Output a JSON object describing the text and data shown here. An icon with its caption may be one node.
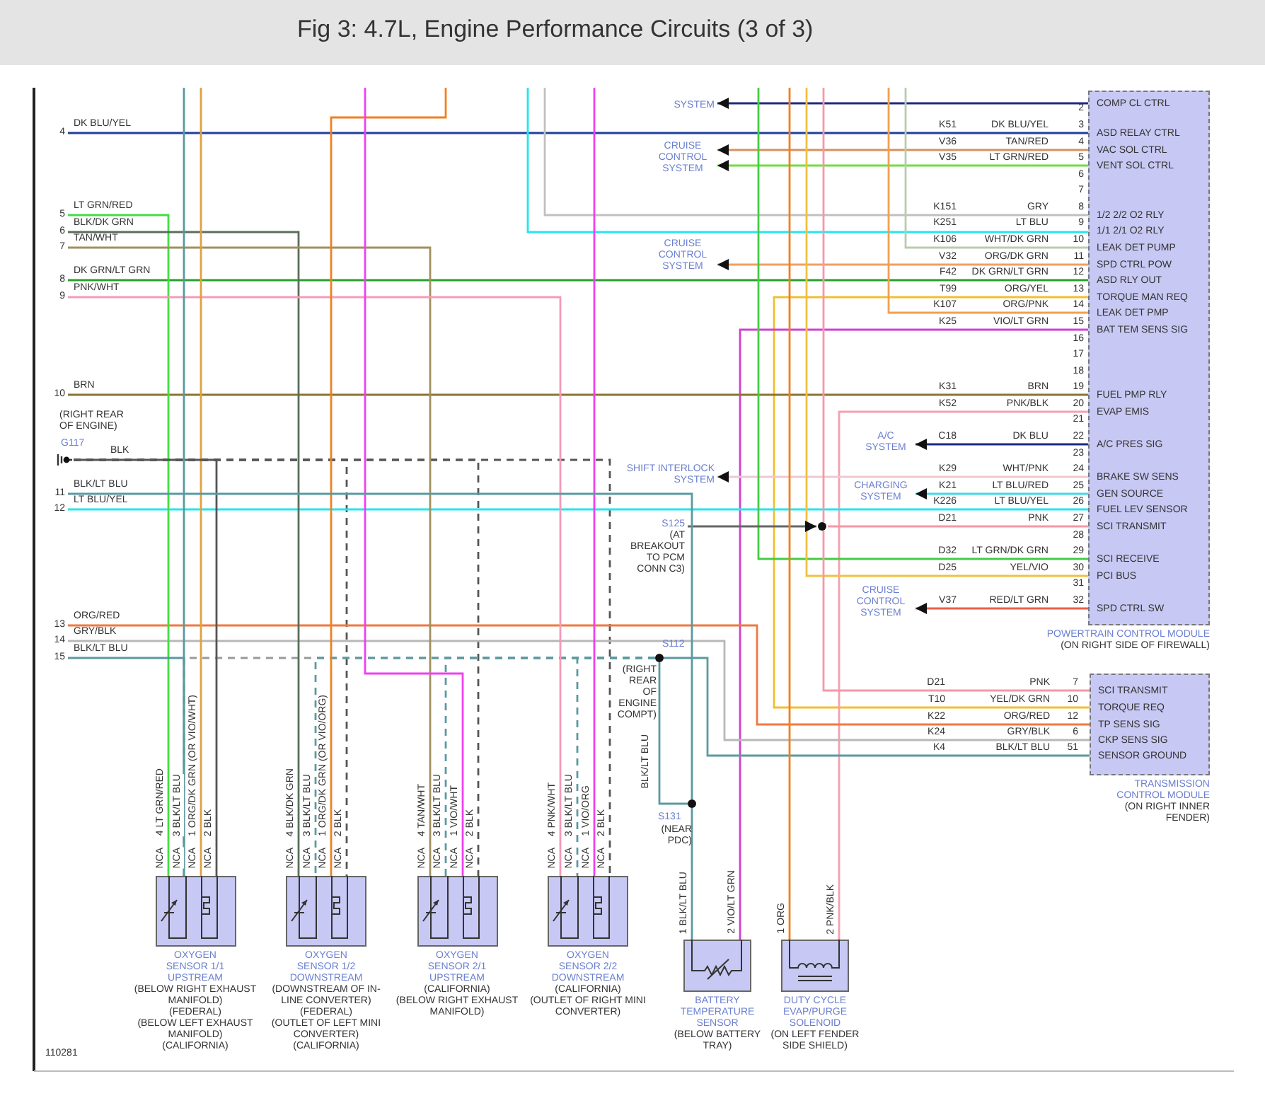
{
  "diagram": {
    "title": "Fig 3: 4.7L, Engine Performance Circuits (3 of 3)",
    "nodes": [
      {
        "text": [
          "COMP CL CTRL",
          "ASD RELAY CTRL",
          "VAC SOL CTRL",
          "VENT SOL CTRL",
          "1/2 2/2 O2 RLY",
          "1/1 2/1 O2 RLY",
          "LEAK DET PUMP",
          "SPD CTRL POW",
          "ASD RLY OUT",
          "TORQUE MAN REQ",
          "LEAK DET PMP",
          "BAT TEM SENS SIG",
          "FUEL PMP RLY",
          "EVAP EMIS",
          "A/C PRES SIG",
          "BRAKE SW SENS",
          "GEN SOURCE",
          "FUEL LEV SENSOR",
          "SCI TRANSMIT",
          "SCI RECEIVE",
          "PCI BUS",
          "SPD CTRL SW"
        ],
        "beside": [
          "POWERTRAIN CONTROL MODULE",
          "(ON RIGHT SIDE OF FIREWALL)"
        ]
      },
      {
        "text": [
          "SCI TRANSMIT",
          "TORQUE REQ",
          "TP SENS SIG",
          "CKP SENS SIG",
          "SENSOR GROUND"
        ],
        "beside": [
          "TRANSMISSION CONTROL MODULE",
          "(ON RIGHT INNER FENDER)"
        ]
      },
      {
        "text": [
          "OXYGEN SENSOR 1/1 UPSTREAM"
        ],
        "beside": [
          "(BELOW RIGHT EXHAUST MANIFOLD)",
          "(FEDERAL)",
          "(BELOW LEFT EXHAUST MANIFOLD)",
          "(CALIFORNIA)"
        ]
      },
      {
        "text": [
          "OXYGEN SENSOR 1/2 DOWNSTREAM"
        ],
        "beside": [
          "(DOWNSTREAM OF IN-LINE CONVERTER)",
          "(FEDERAL)",
          "(OUTLET OF LEFT MINI CONVERTER)",
          "(CALIFORNIA)"
        ]
      },
      {
        "text": [
          "OXYGEN SENSOR 2/1 UPSTREAM"
        ],
        "beside": [
          "(CALIFORNIA)",
          "(BELOW RIGHT EXHAUST MANIFOLD)"
        ]
      },
      {
        "text": [
          "OXYGEN SENSOR 2/2 DOWNSTREAM"
        ],
        "beside": [
          "(CALIFORNIA)",
          "(OUTLET OF RIGHT MINI CONVERTER)"
        ]
      },
      {
        "text": [
          "BATTERY TEMPERATURE SENSOR"
        ],
        "beside": [
          "(BELOW BATTERY TRAY)"
        ]
      },
      {
        "text": [
          "DUTY CYCLE EVAP/PURGE SOLENOID"
        ],
        "beside": [
          "(ON LEFT FENDER SIDE SHIELD)"
        ]
      },
      {
        "text": [
          "SYSTEM"
        ]
      },
      {
        "text": [
          "CRUISE CONTROL SYSTEM"
        ]
      },
      {
        "text": [
          "CRUISE CONTROL SYSTEM"
        ]
      },
      {
        "text": [
          "A/C SYSTEM"
        ]
      },
      {
        "text": [
          "SHIFT INTERLOCK SYSTEM"
        ]
      },
      {
        "text": [
          "CHARGING SYSTEM"
        ]
      },
      {
        "text": [
          "CRUISE CONTROL SYSTEM"
        ]
      },
      {
        "text": [
          "G117"
        ],
        "beside": [
          "(RIGHT REAR OF ENGINE)"
        ]
      },
      {
        "text": [
          "S125"
        ],
        "beside": [
          "(AT BREAKOUT TO PCM CONN C3)"
        ]
      },
      {
        "text": [],
        "shape": "circle"
      },
      {
        "text": [
          "S112"
        ],
        "beside": [
          "(RIGHT REAR OF ENGINE COMPT)"
        ]
      },
      {
        "text": [
          "S131"
        ],
        "beside": [
          "(NEAR PDC)"
        ]
      },
      {
        "text": [
          "4"
        ]
      },
      {
        "text": [
          "5"
        ]
      },
      {
        "text": [
          "6"
        ]
      },
      {
        "text": [
          "7"
        ]
      },
      {
        "text": [
          "8"
        ]
      },
      {
        "text": [
          "9"
        ]
      },
      {
        "text": [
          "10"
        ]
      },
      {
        "text": [
          "11"
        ]
      },
      {
        "text": [
          "12"
        ]
      },
      {
        "text": [
          "13"
        ]
      },
      {
        "text": [
          "14"
        ]
      },
      {
        "text": [
          "15"
        ]
      }
    ],
    "edges": [
      {
        "from": 0,
        "to": 8,
        "arrow": "to",
        "color": "#1e2a80"
      },
      {
        "from": 20,
        "to": 0,
        "arrow": "none",
        "color": "#1e3f9e"
      },
      {
        "from": 0,
        "to": 9,
        "arrow": "to",
        "color": "#d89060"
      },
      {
        "from": 0,
        "to": 9,
        "arrow": "to",
        "color": "#6ee040"
      },
      {
        "from": null,
        "to": 0,
        "arrow": "none",
        "color": "#c0c0c0"
      },
      {
        "from": null,
        "to": 0,
        "arrow": "none",
        "color": "#22e6ee"
      },
      {
        "from": null,
        "to": 0,
        "arrow": "none",
        "color": "#b8ccb0"
      },
      {
        "from": 0,
        "to": 10,
        "arrow": "to",
        "color": "#f0a060"
      },
      {
        "from": 24,
        "to": 0,
        "arrow": "none",
        "color": "#2aa02a"
      },
      {
        "from": 1,
        "to": 0,
        "arrow": "none",
        "color": "#f0c030"
      },
      {
        "from": null,
        "to": 0,
        "arrow": "none",
        "color": "#f0a050"
      },
      {
        "from": 0,
        "to": 6,
        "arrow": "none",
        "color": "#d040d0"
      },
      {
        "from": 26,
        "to": 0,
        "arrow": "none",
        "color": "#8a7430"
      },
      {
        "from": 0,
        "to": 7,
        "arrow": "none",
        "color": "#f5a0b0"
      },
      {
        "from": 0,
        "to": 11,
        "arrow": "to",
        "color": "#1e2a80"
      },
      {
        "from": 0,
        "to": 12,
        "arrow": "to",
        "color": "#f0c8d0"
      },
      {
        "from": 0,
        "to": 13,
        "arrow": "to",
        "color": "#40d8e8"
      },
      {
        "from": 28,
        "to": 0,
        "arrow": "none",
        "color": "#22e6ee"
      },
      {
        "from": 17,
        "to": 0,
        "arrow": "none",
        "color": "#f598a8"
      },
      {
        "from": null,
        "to": 0,
        "arrow": "none",
        "color": "#44cc44"
      },
      {
        "from": null,
        "to": 0,
        "arrow": "none",
        "color": "#f0c040"
      },
      {
        "from": 0,
        "to": 14,
        "arrow": "to",
        "color": "#e86048"
      },
      {
        "from": 16,
        "to": 17,
        "arrow": "to",
        "color": "#666666"
      },
      {
        "from": null,
        "to": 17,
        "arrow": "none",
        "color": "#f598a8"
      },
      {
        "from": 17,
        "to": 1,
        "arrow": "none",
        "color": "#f598a8"
      },
      {
        "from": 29,
        "to": 1,
        "arrow": "none",
        "color": "#f07840"
      },
      {
        "from": 30,
        "to": 1,
        "arrow": "none",
        "color": "#b8b8b8"
      },
      {
        "from": 18,
        "to": 1,
        "arrow": "none",
        "color": "#5a9aa0"
      },
      {
        "from": 21,
        "to": 2,
        "arrow": "none",
        "color": "#44dd44"
      },
      {
        "from": 22,
        "to": 3,
        "arrow": "none",
        "color": "#5a6e5a"
      },
      {
        "from": 23,
        "to": 4,
        "arrow": "none",
        "color": "#a09060"
      },
      {
        "from": 25,
        "to": 5,
        "arrow": "none",
        "color": "#f59ab8"
      },
      {
        "from": null,
        "to": 2,
        "arrow": "none",
        "color": "#e0a040"
      },
      {
        "from": null,
        "to": 3,
        "arrow": "none",
        "color": "#f08020"
      },
      {
        "from": null,
        "to": 4,
        "arrow": "none",
        "color": "#f040f0"
      },
      {
        "from": null,
        "to": 5,
        "arrow": "none",
        "color": "#f040f0"
      },
      {
        "from": 15,
        "to": 2,
        "arrow": "none",
        "color": "#555555"
      },
      {
        "from": 15,
        "to": 3,
        "arrow": "none",
        "color": "#555555",
        "style": "dashed"
      },
      {
        "from": 15,
        "to": 4,
        "arrow": "none",
        "color": "#555555",
        "style": "dashed"
      },
      {
        "from": 15,
        "to": 5,
        "arrow": "none",
        "color": "#555555",
        "style": "dashed"
      },
      {
        "from": 31,
        "to": 2,
        "arrow": "none",
        "color": "#5a9aa0"
      },
      {
        "from": null,
        "to": 2,
        "arrow": "none",
        "color": "#5a9aa0"
      },
      {
        "from": 18,
        "to": 2,
        "arrow": "none",
        "color": "#999999",
        "style": "dashed"
      },
      {
        "from": 18,
        "to": 3,
        "arrow": "none",
        "color": "#5a9aa0",
        "style": "dashed"
      },
      {
        "from": 18,
        "to": 4,
        "arrow": "none",
        "color": "#5a9aa0",
        "style": "dashed"
      },
      {
        "from": 18,
        "to": 5,
        "arrow": "none",
        "color": "#5a9aa0",
        "style": "dashed"
      },
      {
        "from": 18,
        "to": 19,
        "arrow": "none",
        "color": "#5a9aa0"
      },
      {
        "from": 27,
        "to": 19,
        "arrow": "none",
        "color": "#5a9aa0"
      },
      {
        "from": 19,
        "to": 6,
        "arrow": "none",
        "color": "#5a9aa0"
      },
      {
        "from": null,
        "to": 7,
        "arrow": "none",
        "color": "#f08020"
      }
    ],
    "labels": [
      "2",
      "3",
      "4",
      "5",
      "6",
      "7",
      "8",
      "9",
      "10",
      "11",
      "12",
      "13",
      "14",
      "15",
      "16",
      "17",
      "18",
      "19",
      "20",
      "21",
      "22",
      "23",
      "24",
      "25",
      "26",
      "27",
      "28",
      "29",
      "30",
      "31",
      "32",
      "K51",
      "DK BLU/YEL",
      "V36",
      "TAN/RED",
      "V35",
      "LT GRN/RED",
      "K151",
      "GRY",
      "K251",
      "LT BLU",
      "K106",
      "WHT/DK GRN",
      "V32",
      "ORG/DK GRN",
      "F42",
      "DK GRN/LT GRN",
      "T99",
      "ORG/YEL",
      "K107",
      "ORG/PNK",
      "K25",
      "VIO/LT GRN",
      "K31",
      "BRN",
      "K52",
      "PNK/BLK",
      "C18",
      "DK BLU",
      "K29",
      "WHT/PNK",
      "K21",
      "LT BLU/RED",
      "K226",
      "LT BLU/YEL",
      "D21",
      "PNK",
      "D32",
      "LT GRN/DK GRN",
      "D25",
      "YEL/VIO",
      "V37",
      "RED/LT GRN",
      "7",
      "10",
      "12",
      "6",
      "51",
      "D21",
      "PNK",
      "T10",
      "YEL/DK GRN",
      "K22",
      "ORG/RED",
      "K24",
      "GRY/BLK",
      "K4",
      "BLK/LT BLU",
      "DK BLU/YEL",
      "LT GRN/RED",
      "BLK/DK GRN",
      "TAN/WHT",
      "DK GRN/LT GRN",
      "PNK/WHT",
      "BRN",
      "BLK/LT BLU",
      "LT BLU/YEL",
      "ORG/RED",
      "GRY/BLK",
      "BLK/LT BLU",
      "BLK",
      "4 LT GRN/RED",
      "3 BLK/LT BLU",
      "1 ORG/DK GRN (OR VIO/WHT)",
      "2 BLK",
      "4 BLK/DK GRN",
      "3 BLK/LT BLU",
      "1 ORG/DK GRN (OR VIO/ORG)",
      "2 BLK",
      "4 TAN/WHT",
      "3 BLK/LT BLU",
      "1 VIO/WHT",
      "2 BLK",
      "4 PNK/WHT",
      "3 BLK/LT BLU",
      "1 VIO/ORG",
      "2 BLK",
      "NCA",
      "NCA",
      "NCA",
      "NCA",
      "NCA",
      "NCA",
      "NCA",
      "NCA",
      "NCA",
      "NCA",
      "NCA",
      "NCA",
      "NCA",
      "NCA",
      "NCA",
      "NCA",
      "1 BLK/LT BLU",
      "2 VIO/LT GRN",
      "1 ORG",
      "2 PNK/BLK",
      "BLK/LT BLU",
      "110281"
    ]
  }
}
